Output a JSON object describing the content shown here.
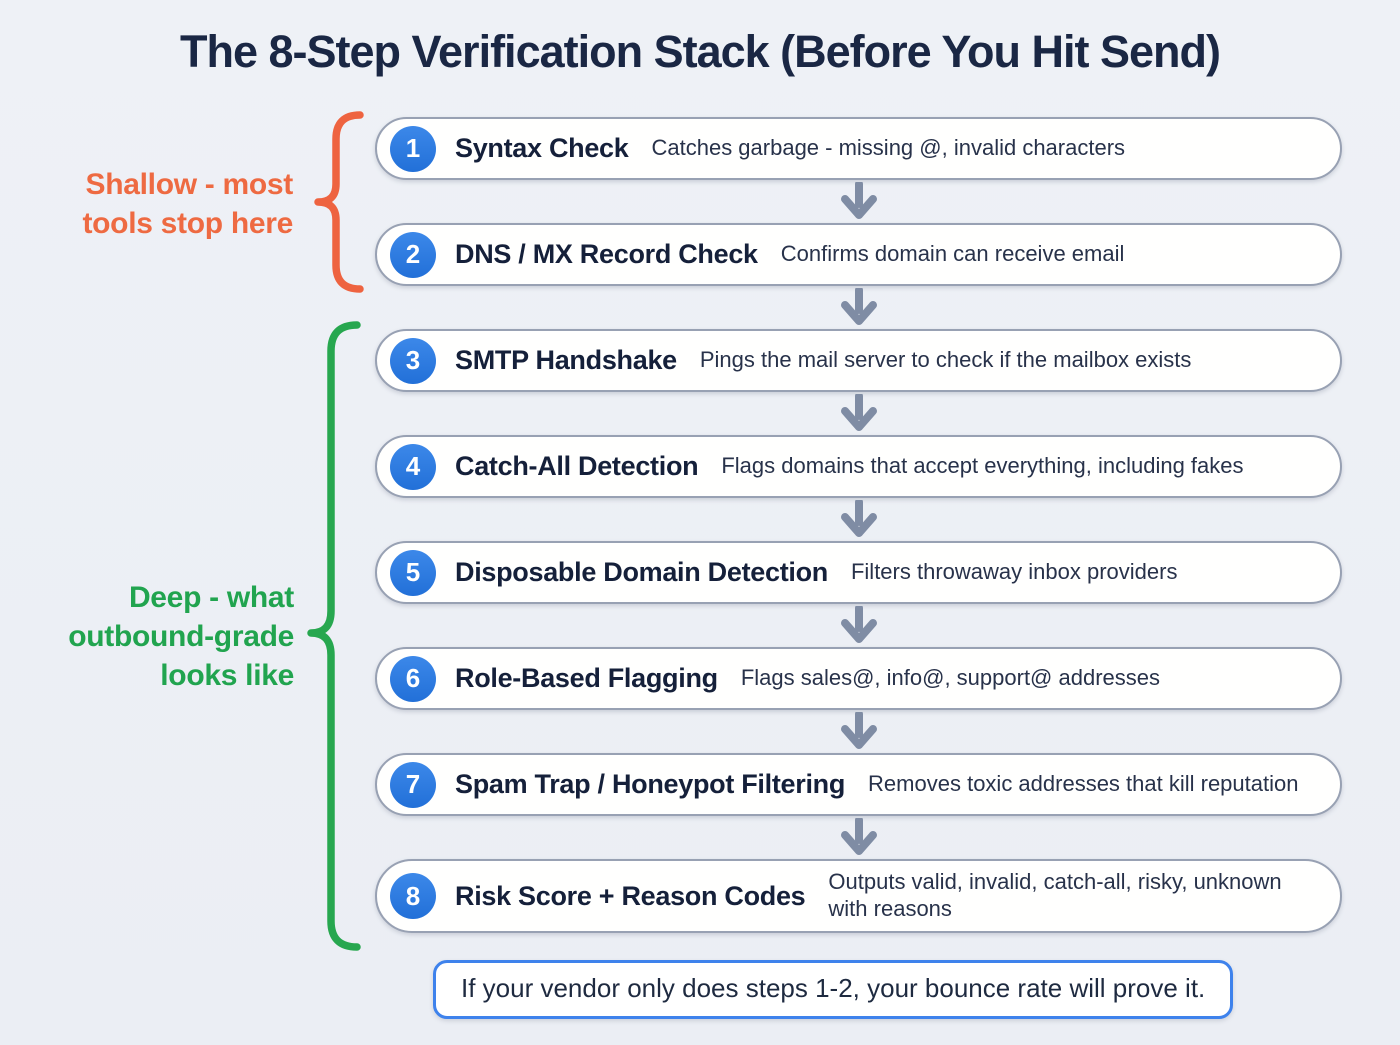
{
  "title": "The 8-Step Verification Stack (Before You Hit Send)",
  "groups": {
    "shallow": {
      "lines": [
        "Shallow - most",
        "tools stop here"
      ]
    },
    "deep": {
      "lines": [
        "Deep - what",
        "outbound-grade",
        "looks like"
      ]
    }
  },
  "steps": [
    {
      "num": "1",
      "title": "Syntax Check",
      "desc": "Catches garbage - missing @, invalid characters"
    },
    {
      "num": "2",
      "title": "DNS / MX Record Check",
      "desc": "Confirms domain can receive email"
    },
    {
      "num": "3",
      "title": "SMTP Handshake",
      "desc": "Pings the mail server to check if the mailbox exists"
    },
    {
      "num": "4",
      "title": "Catch-All Detection",
      "desc": "Flags domains that accept everything, including fakes"
    },
    {
      "num": "5",
      "title": "Disposable Domain Detection",
      "desc": "Filters throwaway inbox providers"
    },
    {
      "num": "6",
      "title": "Role-Based Flagging",
      "desc": "Flags sales@, info@, support@ addresses"
    },
    {
      "num": "7",
      "title": "Spam Trap / Honeypot Filtering",
      "desc": "Removes toxic addresses that kill reputation"
    },
    {
      "num": "8",
      "title": "Risk Score + Reason Codes",
      "desc": "Outputs valid, invalid, catch-all, risky, unknown with reasons"
    }
  ],
  "footer": {
    "note": "If your vendor only does steps 1-2, your bounce rate will prove it."
  },
  "colors": {
    "accent_blue": "#2c7be2",
    "shallow_orange": "#ee6a42",
    "deep_green": "#21a44f",
    "arrow_gray": "#7f8ca4",
    "callout_border_blue": "#3e82ec",
    "pill_border_gray": "#98a1b3",
    "title_navy": "#1a2744"
  }
}
